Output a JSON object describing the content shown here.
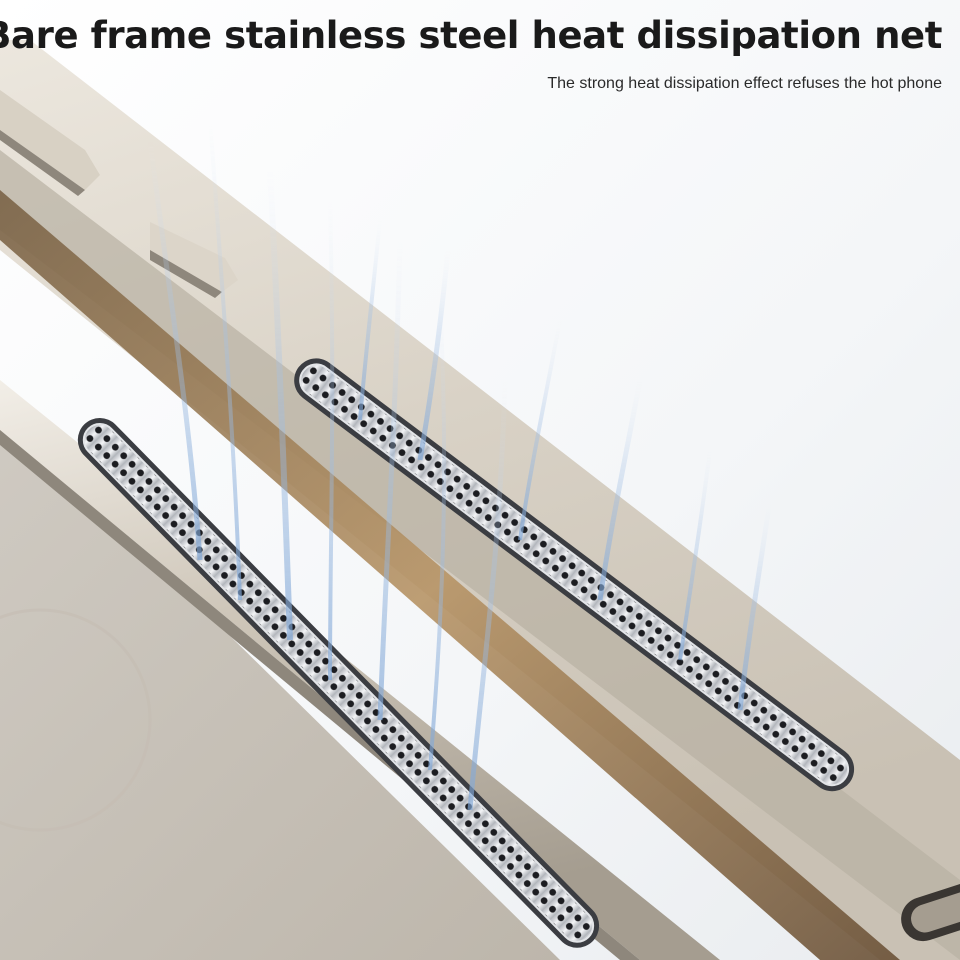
{
  "heading": {
    "title": "Bare frame stainless steel heat dissipation net",
    "subtitle": "The strong heat dissipation effect refuses the hot phone"
  },
  "scene": {
    "subject": "phone-frame-with-heat-dissipation-nets",
    "vent_count": 2,
    "colors": {
      "background": "#ffffff",
      "frame_titanium": "#d2cbbf",
      "frame_shadow": "#8e877c",
      "inner_gold": "#b48f5f",
      "mesh_steel": "#c9ccd1",
      "airflow": "#7fa6d6"
    }
  }
}
